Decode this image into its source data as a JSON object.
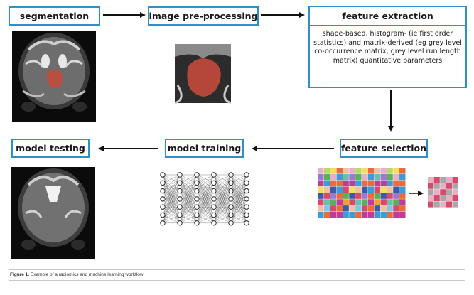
{
  "stages": {
    "segmentation": "segmentation",
    "preprocessing": "image pre-processing",
    "extraction": "feature extraction",
    "extraction_detail": "shape-based, histogram- (ie first order statistics) and matrix-derived (eg grey level co-occurrence matrix, grey level run length matrix) quantitative parameters",
    "selection": "feature selection",
    "training": "model training",
    "testing": "model testing"
  },
  "caption": {
    "label": "Figure 1.",
    "text": "Example of a radiomics and machine learning workflow"
  },
  "colors": {
    "box_border": "#2f8fc6",
    "arrow": "#111111",
    "roi_overlay": "#c44a3c"
  }
}
